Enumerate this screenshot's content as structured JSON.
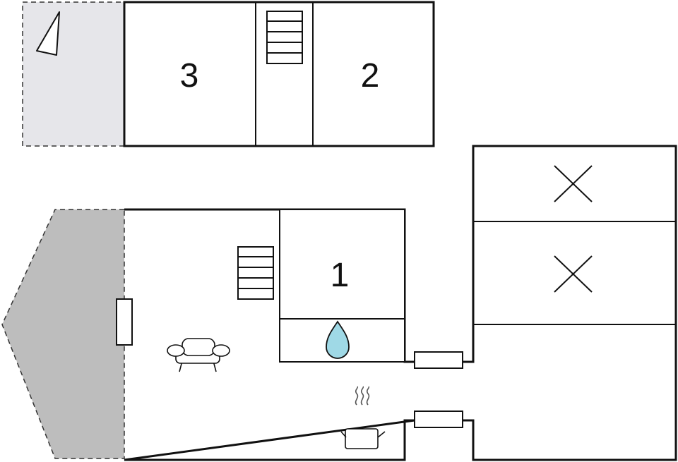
{
  "rooms": {
    "room_1": {
      "label": "1"
    },
    "room_2": {
      "label": "2"
    },
    "room_3": {
      "label": "3"
    }
  },
  "colors": {
    "wall": "#111111",
    "background": "#ffffff",
    "upper_terrace": "#e6e6ea",
    "lower_terrace": "#bdbdbd",
    "water_drop": "#9fd9e6"
  },
  "icons": [
    "compass-icon",
    "stairs-icon",
    "bed-cross-icon",
    "armchair-icon",
    "water-drop-icon",
    "cooking-pot-icon",
    "window-icon"
  ]
}
